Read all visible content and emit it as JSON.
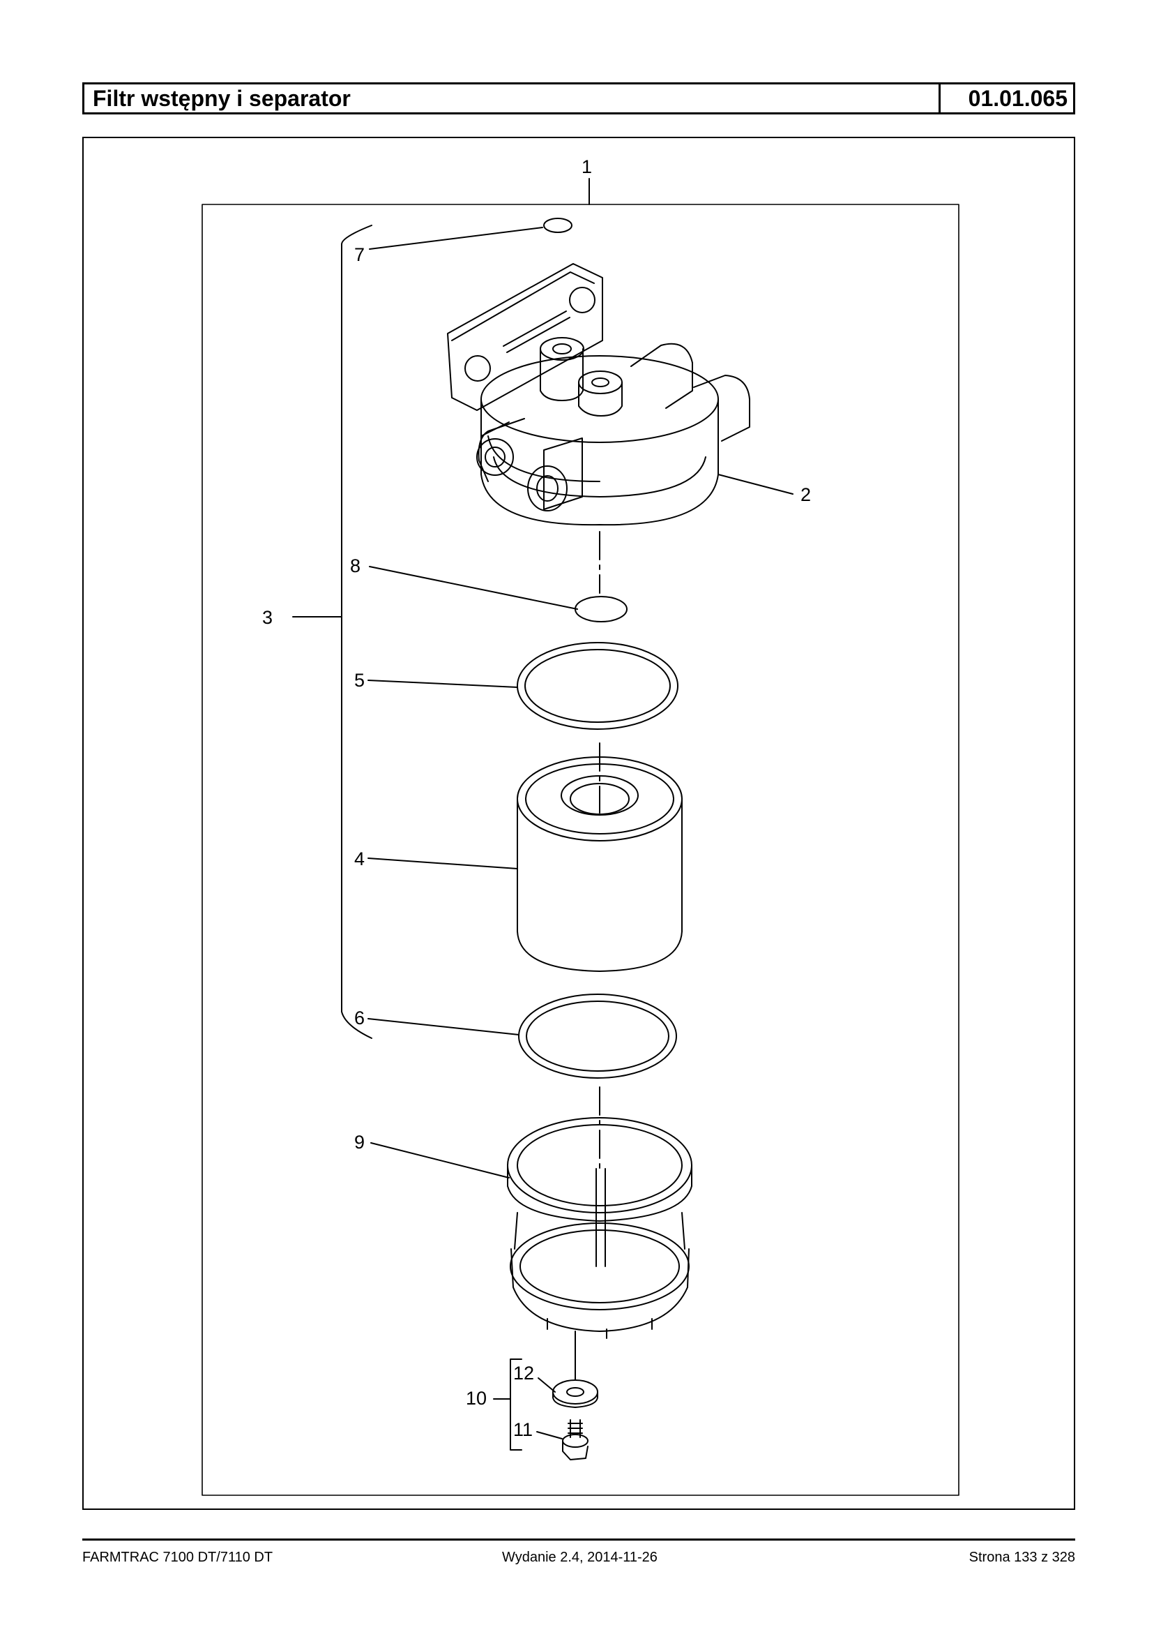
{
  "header": {
    "title": "Filtr wstępny i separator",
    "code": "01.01.065"
  },
  "callouts": [
    {
      "id": "c1",
      "label": "1"
    },
    {
      "id": "c2",
      "label": "2"
    },
    {
      "id": "c3",
      "label": "3"
    },
    {
      "id": "c4",
      "label": "4"
    },
    {
      "id": "c5",
      "label": "5"
    },
    {
      "id": "c6",
      "label": "6"
    },
    {
      "id": "c7",
      "label": "7"
    },
    {
      "id": "c8",
      "label": "8"
    },
    {
      "id": "c9",
      "label": "9"
    },
    {
      "id": "c10",
      "label": "10"
    },
    {
      "id": "c11",
      "label": "11"
    },
    {
      "id": "c12",
      "label": "12"
    }
  ],
  "footer": {
    "model": "FARMTRAC 7100 DT/7110 DT",
    "edition": "Wydanie 2.4,  2014-11-26",
    "page": "Strona 133 z 328"
  }
}
